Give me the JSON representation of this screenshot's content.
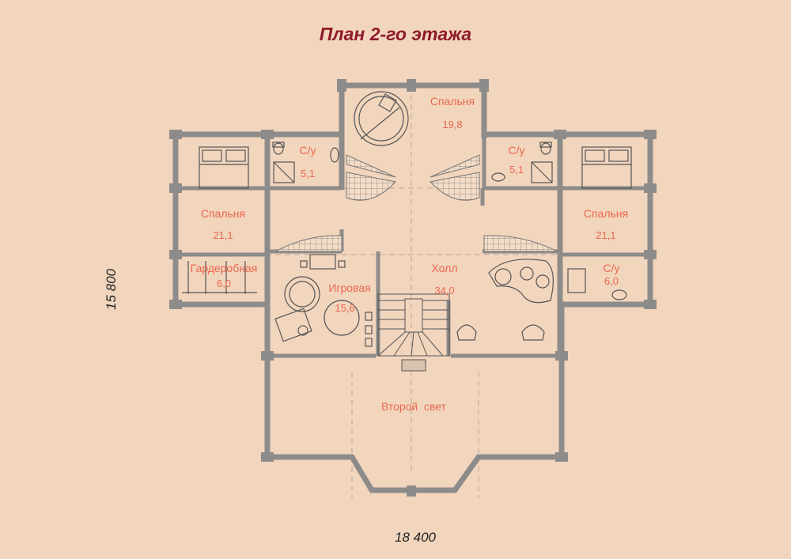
{
  "title": "План 2-го этажа",
  "dimensions": {
    "width": "18 400",
    "depth": "15 800"
  },
  "rooms": {
    "bedroom_center": {
      "name": "Спальня",
      "area": "19,8"
    },
    "bath_left": {
      "name": "С/у",
      "area": "5,1"
    },
    "bath_right": {
      "name": "С/у",
      "area": "5,1"
    },
    "bedroom_left": {
      "name": "Спальня",
      "area": "21,1"
    },
    "bedroom_right": {
      "name": "Спальня",
      "area": "21,1"
    },
    "wardrobe": {
      "name": "Гардеробная",
      "area": "6,0"
    },
    "playroom": {
      "name": "Игровая",
      "area": "15,6"
    },
    "hall": {
      "name": "Холл",
      "area": "34,0"
    },
    "bath_right_lower": {
      "name": "С/у",
      "area": "6,0"
    },
    "second_light": {
      "name": "Второй  свет"
    }
  },
  "colors": {
    "background": "#f2d5bd",
    "wall": "#8d8c8a",
    "title": "#8e1a2a",
    "room_label": "#e9684f"
  }
}
